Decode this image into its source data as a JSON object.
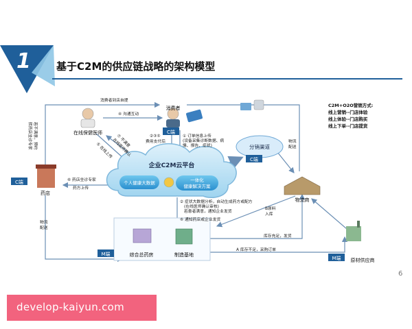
{
  "slide": {
    "number": "1",
    "title": "基于C2M的供应链战略的架构模型",
    "page_number": "6",
    "watermark": "develop-kaiyun.com"
  },
  "marketing": {
    "heading": "C2M+O2O营销方式:",
    "lines": [
      "线上营销--门店体验",
      "线上体验--门店购买",
      "线上下单--门店提货"
    ]
  },
  "nodes": {
    "consumer": "消费者",
    "doctor": "在线保健医师",
    "platform": "企业C2M云平台",
    "bigdata": "个人健康大数据",
    "solution_l1": "一体化",
    "solution_l2": "健康解决方案",
    "channel": "分销渠道",
    "pharmacy": "药店",
    "logistics": "物流商",
    "supplier": "原材供应商",
    "dispensary": "综合总药房",
    "factory": "制造基地"
  },
  "badges": {
    "c_consumer": "C端",
    "c_pharmacy": "C端",
    "c_channel": "C端",
    "m_factory": "M端",
    "m_supplier": "M端"
  },
  "labels": {
    "pickup": "消费者到店自提",
    "consult_l1": "转药店坐诊专家",
    "consult_l2": "若不满意，预约",
    "comm": "④ 沟通互动",
    "pay_l1": "②③⑤",
    "pay_l2": "费用支付后",
    "order_l1": "① 订单信息上传",
    "order_l2": "(设备采集诊断数据、病",
    "order_l3": "情、报告、症状)",
    "confirm_l1": "⑦ 不满意",
    "confirm_l2": "在线医师确认",
    "upload_doc": "⑤ 在线上传",
    "upload_pharm_l1": "⑥ 药店坐诊专家",
    "upload_pharm_l2": "药方上传",
    "analysis_l1": "② 症状大数据分析，自动生成药方或配方",
    "analysis_l2": "(在线医师确认审核)",
    "analysis_l3": "若患者满意，通知企业发货",
    "notify": "⑥ 通知药店或企业发货",
    "delivery1_l1": "物流",
    "delivery1_l2": "配送",
    "delivery2_l1": "物流",
    "delivery2_l2": "配送",
    "raw_l1": "B原料",
    "raw_l2": "入库",
    "restock": "库存充足，发货",
    "shortage": "A 库存不足，采购订单"
  }
}
